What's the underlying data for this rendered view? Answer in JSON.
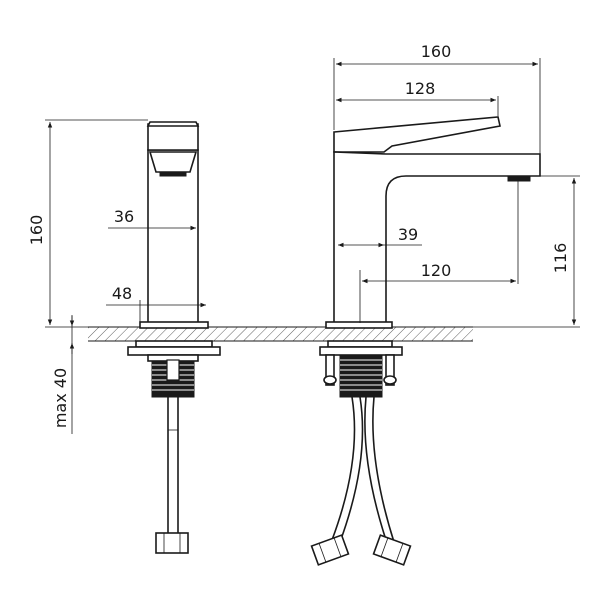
{
  "dimensions": {
    "side_height": "160",
    "spout_width": "36",
    "base_width": "48",
    "max_thickness": "max 40",
    "total_length": "160",
    "lever_length": "128",
    "body_width": "39",
    "spout_reach": "120",
    "spout_height": "116"
  },
  "colors": {
    "line": "#1a1a1a",
    "background": "#ffffff"
  }
}
